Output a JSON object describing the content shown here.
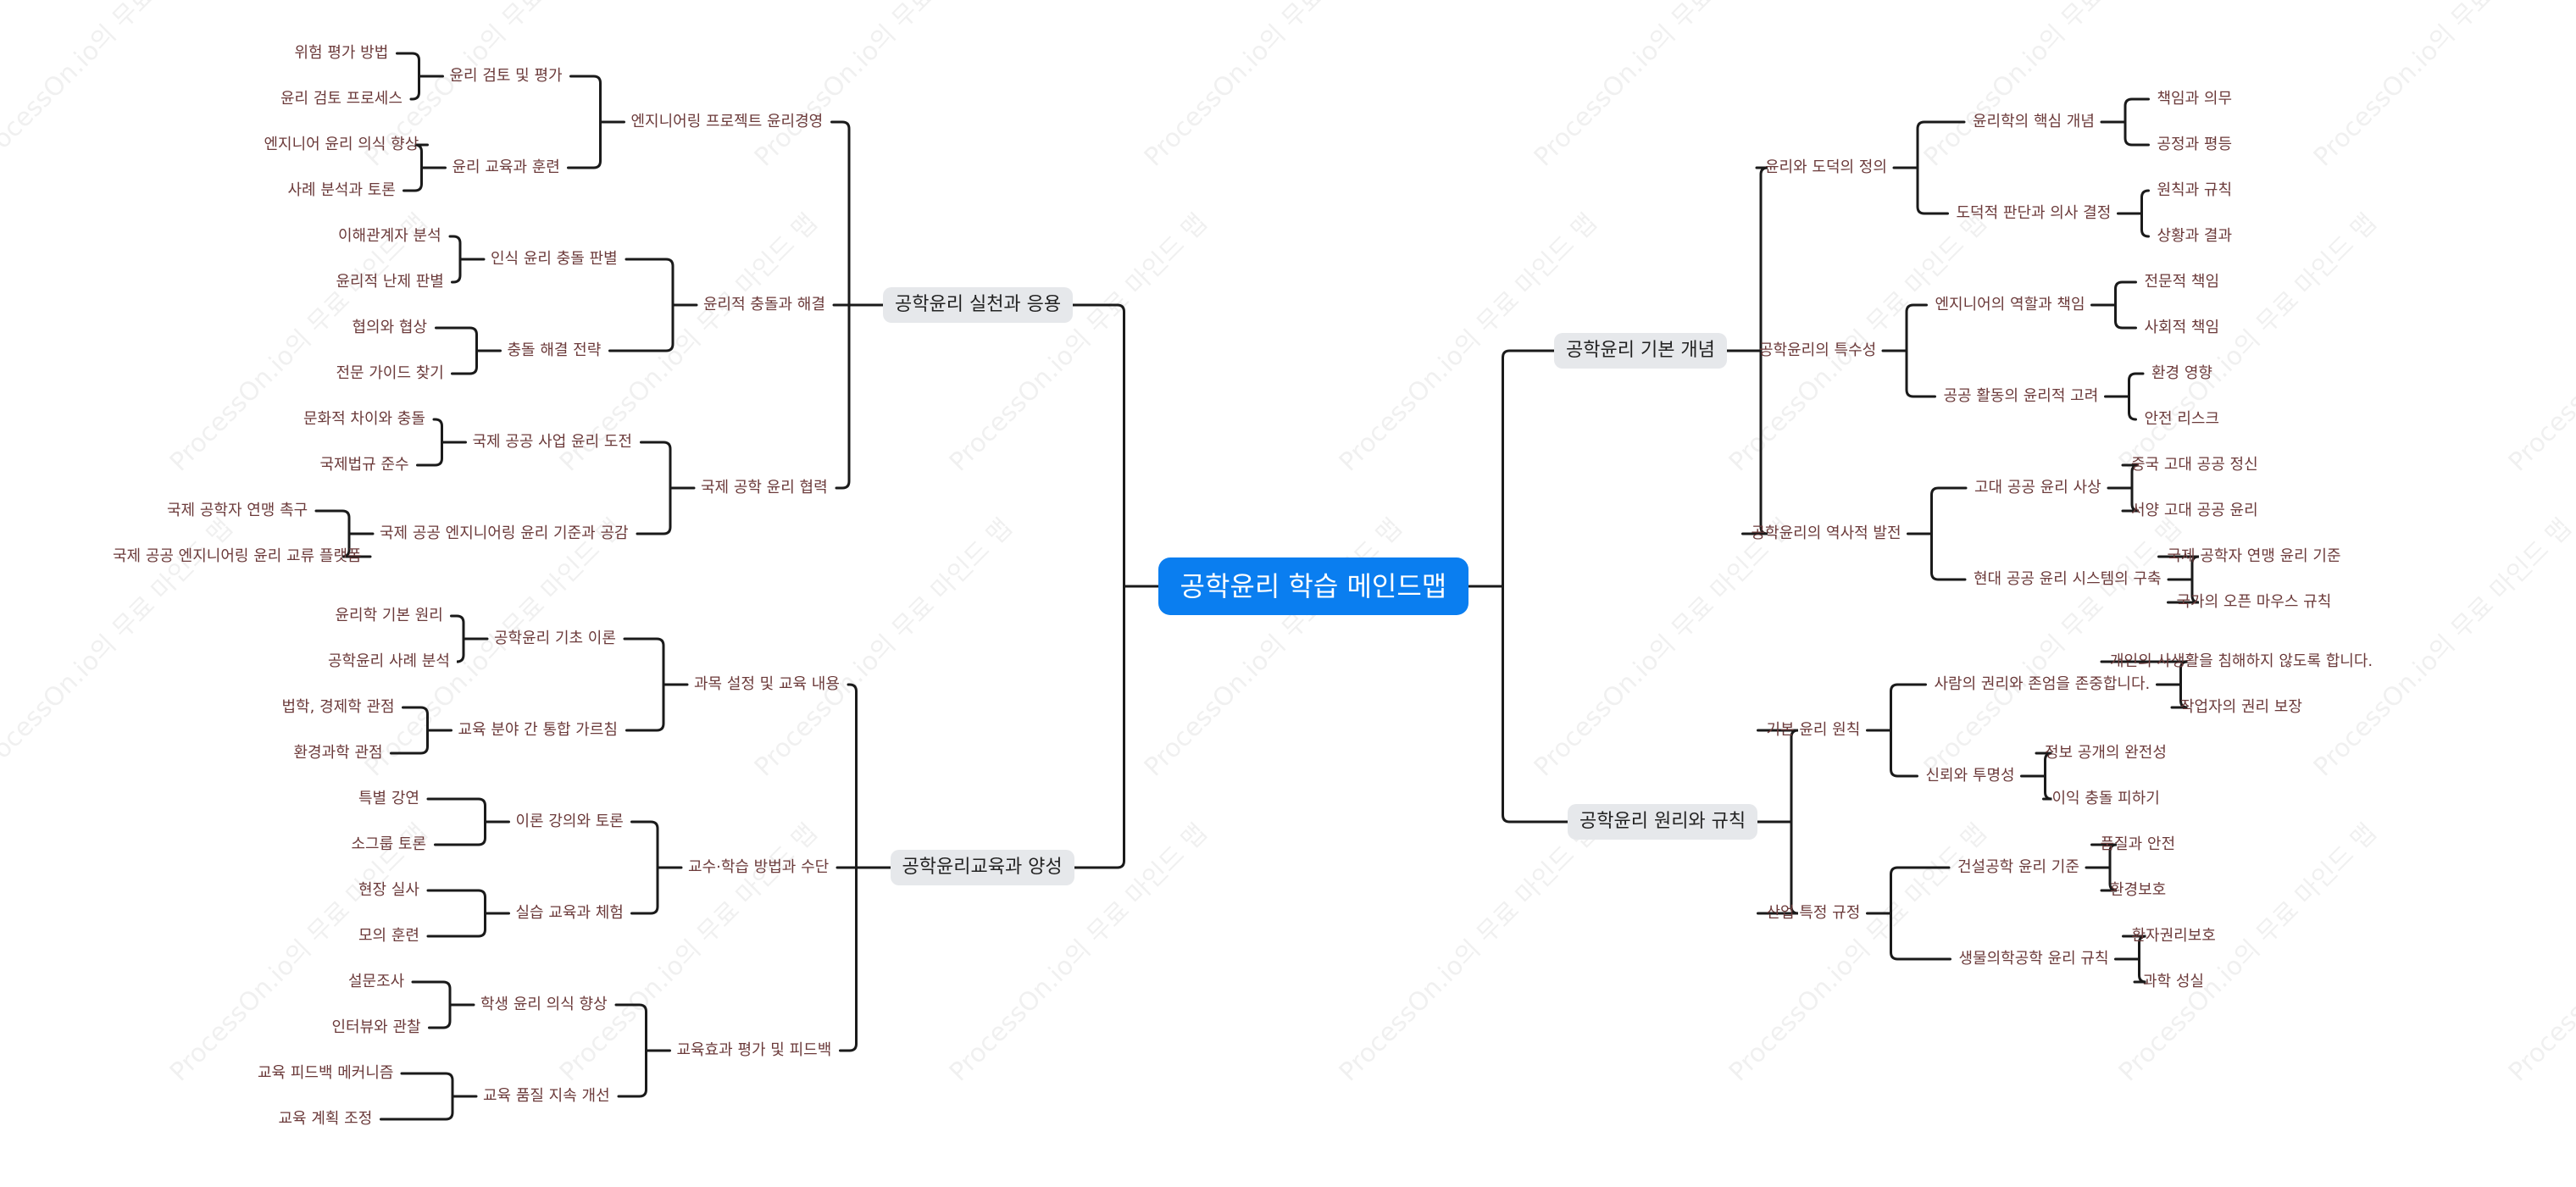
{
  "watermark": "ProcessOn.io의 무료 마인드 맵",
  "root": "공학윤리 학습 메인드맵",
  "colors": {
    "root_bg": "#0a7ef0",
    "branch_bg": "#e6e8eb",
    "line": "#1a1a1a",
    "leaf_text": "#6b3a3a"
  },
  "right": [
    {
      "label": "공학윤리 기본 개념",
      "children": [
        {
          "label": "윤리와 도덕의 정의",
          "children": [
            {
              "label": "윤리학의 핵심 개념",
              "children": [
                {
                  "label": "책임과 의무"
                },
                {
                  "label": "공정과 평등"
                }
              ]
            },
            {
              "label": "도덕적 판단과 의사 결정",
              "children": [
                {
                  "label": "원칙과 규칙"
                },
                {
                  "label": "상황과 결과"
                }
              ]
            }
          ]
        },
        {
          "label": "공학윤리의 특수성",
          "children": [
            {
              "label": "엔지니어의 역할과 책임",
              "children": [
                {
                  "label": "전문적 책임"
                },
                {
                  "label": "사회적 책임"
                }
              ]
            },
            {
              "label": "공공 활동의 윤리적 고려",
              "children": [
                {
                  "label": "환경 영향"
                },
                {
                  "label": "안전 리스크"
                }
              ]
            }
          ]
        },
        {
          "label": "공학윤리의 역사적 발전",
          "children": [
            {
              "label": "고대 공공 윤리 사상",
              "children": [
                {
                  "label": "중국 고대 공공 정신"
                },
                {
                  "label": "서양 고대 공공 윤리"
                }
              ]
            },
            {
              "label": "현대 공공 윤리 시스템의 구축",
              "children": [
                {
                  "label": "국제 공학자 연맹 윤리 기준"
                },
                {
                  "label": "국가의 오픈 마우스 규칙"
                }
              ]
            }
          ]
        }
      ]
    },
    {
      "label": "공학윤리 원리와 규칙",
      "children": [
        {
          "label": "기본 윤리 원칙",
          "children": [
            {
              "label": "사람의 권리와 존엄을 존중합니다.",
              "children": [
                {
                  "label": "개인의 사생활을 침해하지 않도록 합니다."
                },
                {
                  "label": "작업자의 권리 보장"
                }
              ]
            },
            {
              "label": "신뢰와 투명성",
              "children": [
                {
                  "label": "정보 공개의 완전성"
                },
                {
                  "label": "이익 충돌 피하기"
                }
              ]
            }
          ]
        },
        {
          "label": "산업 특정 규정",
          "children": [
            {
              "label": "건설공학 윤리 기준",
              "children": [
                {
                  "label": "품질과 안전"
                },
                {
                  "label": "환경보호"
                }
              ]
            },
            {
              "label": "생물의학공학 윤리 규칙",
              "children": [
                {
                  "label": "환자권리보호"
                },
                {
                  "label": "과학 성실"
                }
              ]
            }
          ]
        }
      ]
    }
  ],
  "left": [
    {
      "label": "공학윤리 실천과 응용",
      "children": [
        {
          "label": "엔지니어링 프로젝트 윤리경영",
          "children": [
            {
              "label": "윤리 검토 및 평가",
              "children": [
                {
                  "label": "위험 평가 방법"
                },
                {
                  "label": "윤리 검토 프로세스"
                }
              ]
            },
            {
              "label": "윤리 교육과 훈련",
              "children": [
                {
                  "label": "엔지니어 윤리 의식 향상"
                },
                {
                  "label": "사례 분석과 토론"
                }
              ]
            }
          ]
        },
        {
          "label": "윤리적 충돌과 해결",
          "children": [
            {
              "label": "인식 윤리 충돌 판별",
              "children": [
                {
                  "label": "이해관계자 분석"
                },
                {
                  "label": "윤리적 난제 판별"
                }
              ]
            },
            {
              "label": "충돌 해결 전략",
              "children": [
                {
                  "label": "협의와 협상"
                },
                {
                  "label": "전문 가이드 찾기"
                }
              ]
            }
          ]
        },
        {
          "label": "국제 공학 윤리 협력",
          "children": [
            {
              "label": "국제 공공 사업 윤리 도전",
              "children": [
                {
                  "label": "문화적 차이와 충돌"
                },
                {
                  "label": "국제법규 준수"
                }
              ]
            },
            {
              "label": "국제 공공 엔지니어링 윤리 기준과 공감",
              "children": [
                {
                  "label": "국제 공학자 연맹 촉구"
                },
                {
                  "label": "국제 공공 엔지니어링 윤리 교류 플랫폼"
                }
              ]
            }
          ]
        }
      ]
    },
    {
      "label": "공학윤리교육과 양성",
      "children": [
        {
          "label": "과목 설정 및 교육 내용",
          "children": [
            {
              "label": "공학윤리 기초 이론",
              "children": [
                {
                  "label": "윤리학 기본 원리"
                },
                {
                  "label": "공학윤리 사례 분석"
                }
              ]
            },
            {
              "label": "교육 분야 간 통합 가르침",
              "children": [
                {
                  "label": "법학, 경제학 관점"
                },
                {
                  "label": "환경과학 관점"
                }
              ]
            }
          ]
        },
        {
          "label": "교수·학습 방법과 수단",
          "children": [
            {
              "label": "이론 강의와 토론",
              "children": [
                {
                  "label": "특별 강연"
                },
                {
                  "label": "소그룹 토론"
                }
              ]
            },
            {
              "label": "실습 교육과 체험",
              "children": [
                {
                  "label": "현장 실사"
                },
                {
                  "label": "모의 훈련"
                }
              ]
            }
          ]
        },
        {
          "label": "교육효과 평가 및 피드백",
          "children": [
            {
              "label": "학생 윤리 의식 향상",
              "children": [
                {
                  "label": "설문조사"
                },
                {
                  "label": "인터뷰와 관찰"
                }
              ]
            },
            {
              "label": "교육 품질 지속 개선",
              "children": [
                {
                  "label": "교육 피드백 메커니즘"
                },
                {
                  "label": "교육 계획 조정"
                }
              ]
            }
          ]
        }
      ]
    }
  ]
}
